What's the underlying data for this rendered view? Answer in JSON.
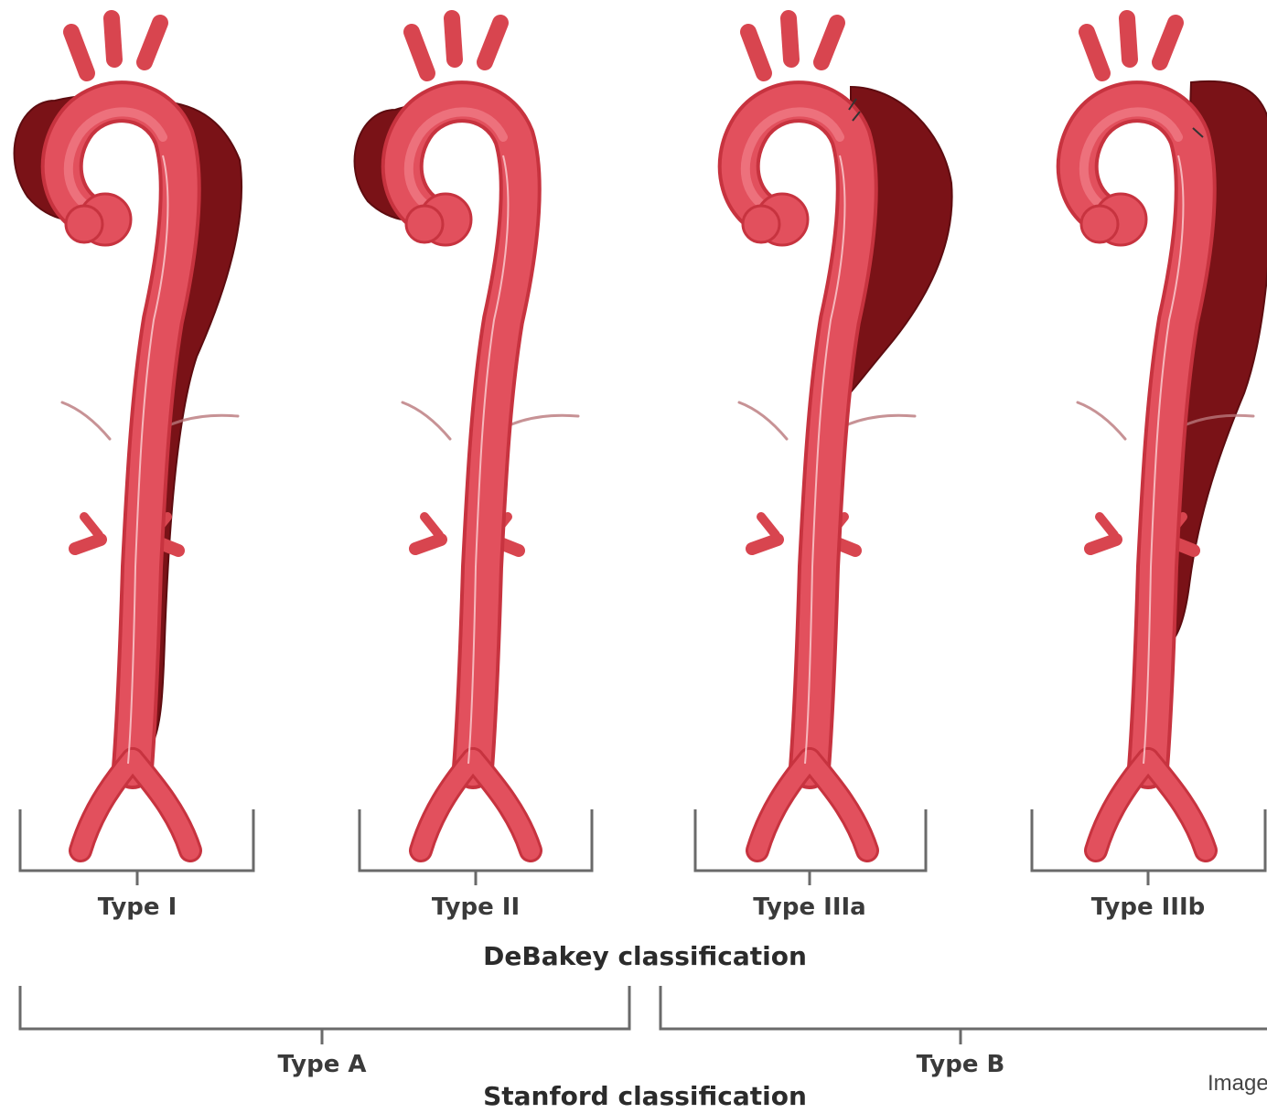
{
  "debakey": {
    "title": "DeBakey classification",
    "types": [
      {
        "label": "Type I"
      },
      {
        "label": "Type II"
      },
      {
        "label": "Type IIIa"
      },
      {
        "label": "Type IIIb"
      }
    ]
  },
  "stanford": {
    "title": "Stanford classification",
    "types": [
      {
        "label": "Type A"
      },
      {
        "label": "Type B"
      }
    ]
  },
  "credit": "Image",
  "colors": {
    "true_lumen": "#e2505d",
    "false_lumen": "#7a1217",
    "bracket": "#6a6a6a"
  }
}
